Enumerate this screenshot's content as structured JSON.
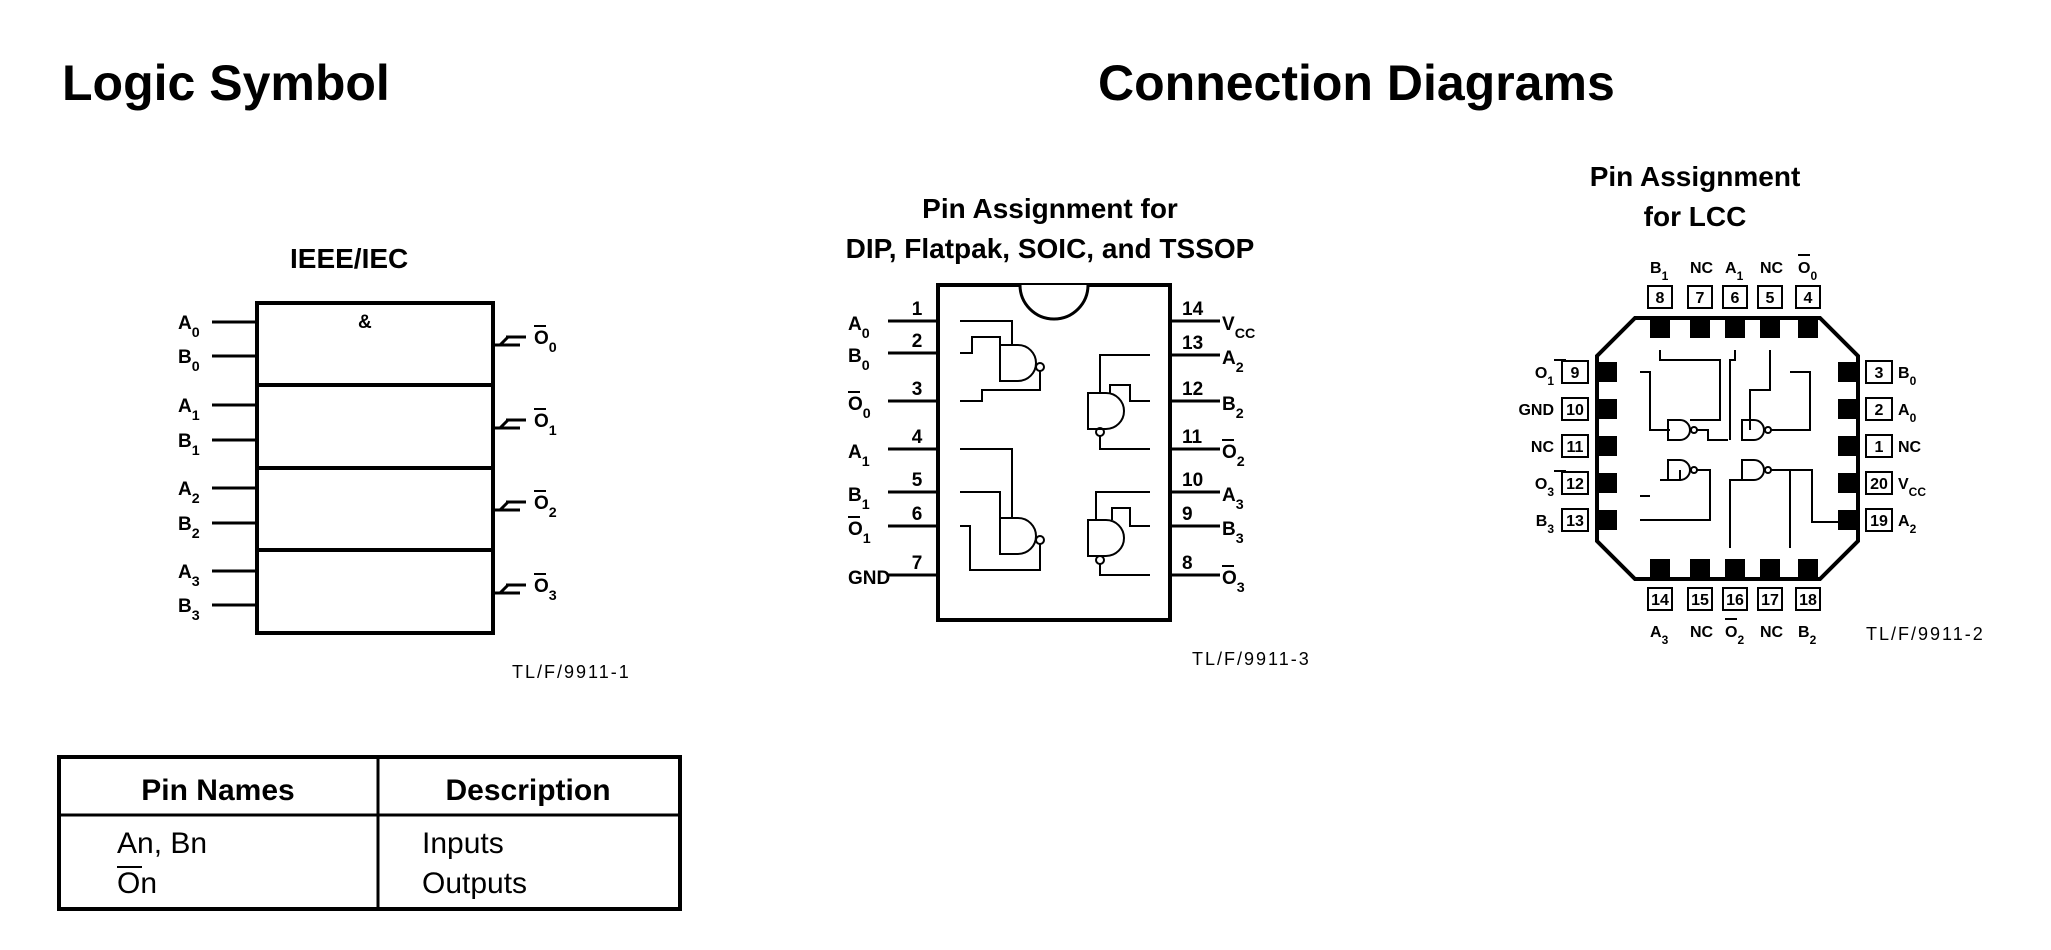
{
  "headings": {
    "logic_symbol": "Logic Symbol",
    "connection_diagrams": "Connection Diagrams"
  },
  "logic_symbol": {
    "standard": "IEEE/IEC",
    "and_symbol": "&",
    "inputs": [
      {
        "letter": "A",
        "sub": "0"
      },
      {
        "letter": "B",
        "sub": "0"
      },
      {
        "letter": "A",
        "sub": "1"
      },
      {
        "letter": "B",
        "sub": "1"
      },
      {
        "letter": "A",
        "sub": "2"
      },
      {
        "letter": "B",
        "sub": "2"
      },
      {
        "letter": "A",
        "sub": "3"
      },
      {
        "letter": "B",
        "sub": "3"
      }
    ],
    "outputs": [
      {
        "letter": "O",
        "sub": "0"
      },
      {
        "letter": "O",
        "sub": "1"
      },
      {
        "letter": "O",
        "sub": "2"
      },
      {
        "letter": "O",
        "sub": "3"
      }
    ],
    "ref": "TL/F/9911-1"
  },
  "dip": {
    "title_line1": "Pin Assignment for",
    "title_line2": "DIP, Flatpak, SOIC, and TSSOP",
    "left_pins": [
      {
        "num": "1",
        "letter": "A",
        "sub": "0",
        "bar": false
      },
      {
        "num": "2",
        "letter": "B",
        "sub": "0",
        "bar": false
      },
      {
        "num": "3",
        "letter": "O",
        "sub": "0",
        "bar": true
      },
      {
        "num": "4",
        "letter": "A",
        "sub": "1",
        "bar": false
      },
      {
        "num": "5",
        "letter": "B",
        "sub": "1",
        "bar": false
      },
      {
        "num": "6",
        "letter": "O",
        "sub": "1",
        "bar": true
      },
      {
        "num": "7",
        "letter": "GND",
        "sub": "",
        "bar": false
      }
    ],
    "right_pins": [
      {
        "num": "14",
        "letter": "V",
        "sub": "CC",
        "bar": false
      },
      {
        "num": "13",
        "letter": "A",
        "sub": "2",
        "bar": false
      },
      {
        "num": "12",
        "letter": "B",
        "sub": "2",
        "bar": false
      },
      {
        "num": "11",
        "letter": "O",
        "sub": "2",
        "bar": true
      },
      {
        "num": "10",
        "letter": "A",
        "sub": "3",
        "bar": false
      },
      {
        "num": "9",
        "letter": "B",
        "sub": "3",
        "bar": false
      },
      {
        "num": "8",
        "letter": "O",
        "sub": "3",
        "bar": true
      }
    ],
    "ref": "TL/F/9911-3"
  },
  "lcc": {
    "title_line1": "Pin Assignment",
    "title_line2": "for LCC",
    "top_pins": [
      {
        "num": "8",
        "letter": "B",
        "sub": "1",
        "bar": false
      },
      {
        "num": "7",
        "letter": "NC",
        "sub": "",
        "bar": false
      },
      {
        "num": "6",
        "letter": "A",
        "sub": "1",
        "bar": false
      },
      {
        "num": "5",
        "letter": "NC",
        "sub": "",
        "bar": false
      },
      {
        "num": "4",
        "letter": "O",
        "sub": "0",
        "bar": true
      }
    ],
    "left_pins": [
      {
        "num": "9",
        "letter": "O",
        "sub": "1",
        "bar": true
      },
      {
        "num": "10",
        "letter": "GND",
        "sub": "",
        "bar": false
      },
      {
        "num": "11",
        "letter": "NC",
        "sub": "",
        "bar": false
      },
      {
        "num": "12",
        "letter": "O",
        "sub": "3",
        "bar": true
      },
      {
        "num": "13",
        "letter": "B",
        "sub": "3",
        "bar": false
      }
    ],
    "right_pins": [
      {
        "num": "3",
        "letter": "B",
        "sub": "0",
        "bar": false
      },
      {
        "num": "2",
        "letter": "A",
        "sub": "0",
        "bar": false
      },
      {
        "num": "1",
        "letter": "NC",
        "sub": "",
        "bar": false
      },
      {
        "num": "20",
        "letter": "V",
        "sub": "CC",
        "bar": false
      },
      {
        "num": "19",
        "letter": "A",
        "sub": "2",
        "bar": false
      }
    ],
    "bottom_pins": [
      {
        "num": "14",
        "letter": "A",
        "sub": "3",
        "bar": false
      },
      {
        "num": "15",
        "letter": "NC",
        "sub": "",
        "bar": false
      },
      {
        "num": "16",
        "letter": "O",
        "sub": "2",
        "bar": true
      },
      {
        "num": "17",
        "letter": "NC",
        "sub": "",
        "bar": false
      },
      {
        "num": "18",
        "letter": "B",
        "sub": "2",
        "bar": false
      }
    ],
    "ref": "TL/F/9911-2"
  },
  "pin_table": {
    "headers": [
      "Pin Names",
      "Description"
    ],
    "rows": [
      {
        "name": "An, Bn",
        "description": "Inputs"
      },
      {
        "name": "On",
        "description": "Outputs"
      }
    ]
  }
}
